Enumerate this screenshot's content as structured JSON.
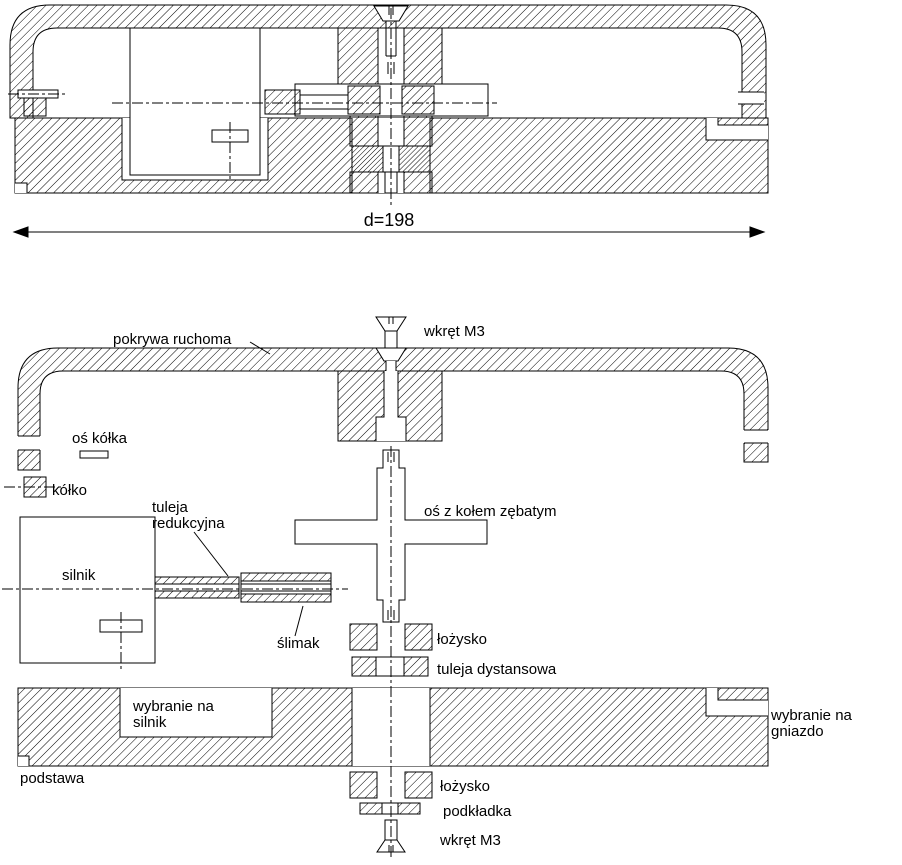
{
  "dimension": {
    "label": "d=198"
  },
  "labels": {
    "pokrywa_ruchoma": "pokrywa ruchoma",
    "wkret_m3_top": "wkręt M3",
    "os_kolka": "oś kółka",
    "kolko": "kółko",
    "tuleja_redukcyjna_line1": "tuleja",
    "tuleja_redukcyjna_line2": "redukcyjna",
    "silnik": "silnik",
    "os_z_kolem_zebatym": "oś z kołem zębatym",
    "slimak": "ślimak",
    "lozysko_gorne": "łożysko",
    "tuleja_dystansowa": "tuleja dystansowa",
    "wybranie_na_silnik_line1": "wybranie na",
    "wybranie_na_silnik_line2": "silnik",
    "wybranie_na_gniazdo_line1": "wybranie na",
    "wybranie_na_gniazdo_line2": "gniazdo",
    "podstawa": "podstawa",
    "lozysko_dolne": "łożysko",
    "podkladka": "podkładka",
    "wkret_m3_bottom": "wkręt M3"
  },
  "colors": {
    "line": "#000000",
    "background": "#ffffff"
  }
}
